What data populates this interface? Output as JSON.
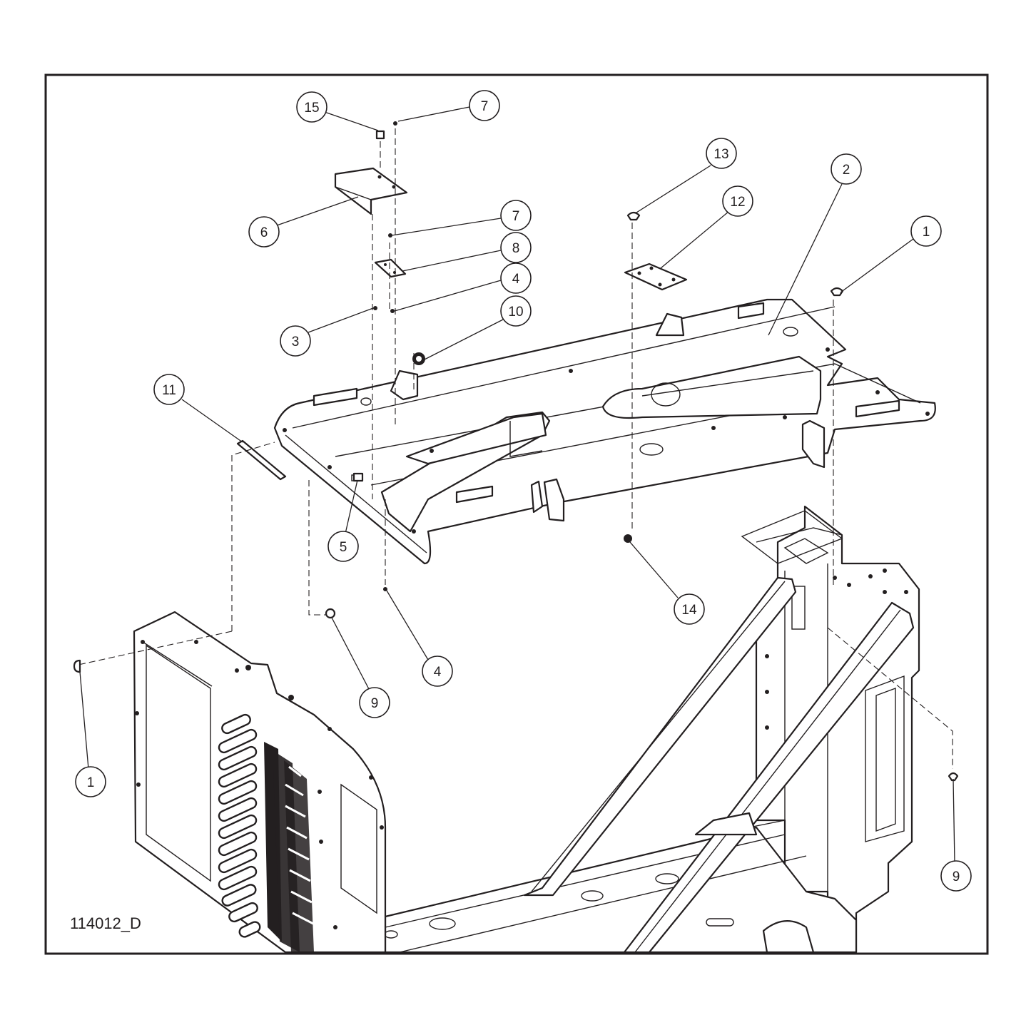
{
  "drawing": {
    "drawing_number": "114012_D",
    "colors": {
      "line": "#231f20",
      "background": "#ffffff"
    }
  },
  "callouts": [
    {
      "id": "c15",
      "label": "15"
    },
    {
      "id": "c7a",
      "label": "7"
    },
    {
      "id": "c13",
      "label": "13"
    },
    {
      "id": "c2",
      "label": "2"
    },
    {
      "id": "c12",
      "label": "12"
    },
    {
      "id": "c1a",
      "label": "1"
    },
    {
      "id": "c6",
      "label": "6"
    },
    {
      "id": "c7b",
      "label": "7"
    },
    {
      "id": "c8",
      "label": "8"
    },
    {
      "id": "c4a",
      "label": "4"
    },
    {
      "id": "c10",
      "label": "10"
    },
    {
      "id": "c3",
      "label": "3"
    },
    {
      "id": "c11",
      "label": "11"
    },
    {
      "id": "c5",
      "label": "5"
    },
    {
      "id": "c14",
      "label": "14"
    },
    {
      "id": "c4b",
      "label": "4"
    },
    {
      "id": "c9a",
      "label": "9"
    },
    {
      "id": "c1b",
      "label": "1"
    },
    {
      "id": "c9b",
      "label": "9"
    }
  ]
}
